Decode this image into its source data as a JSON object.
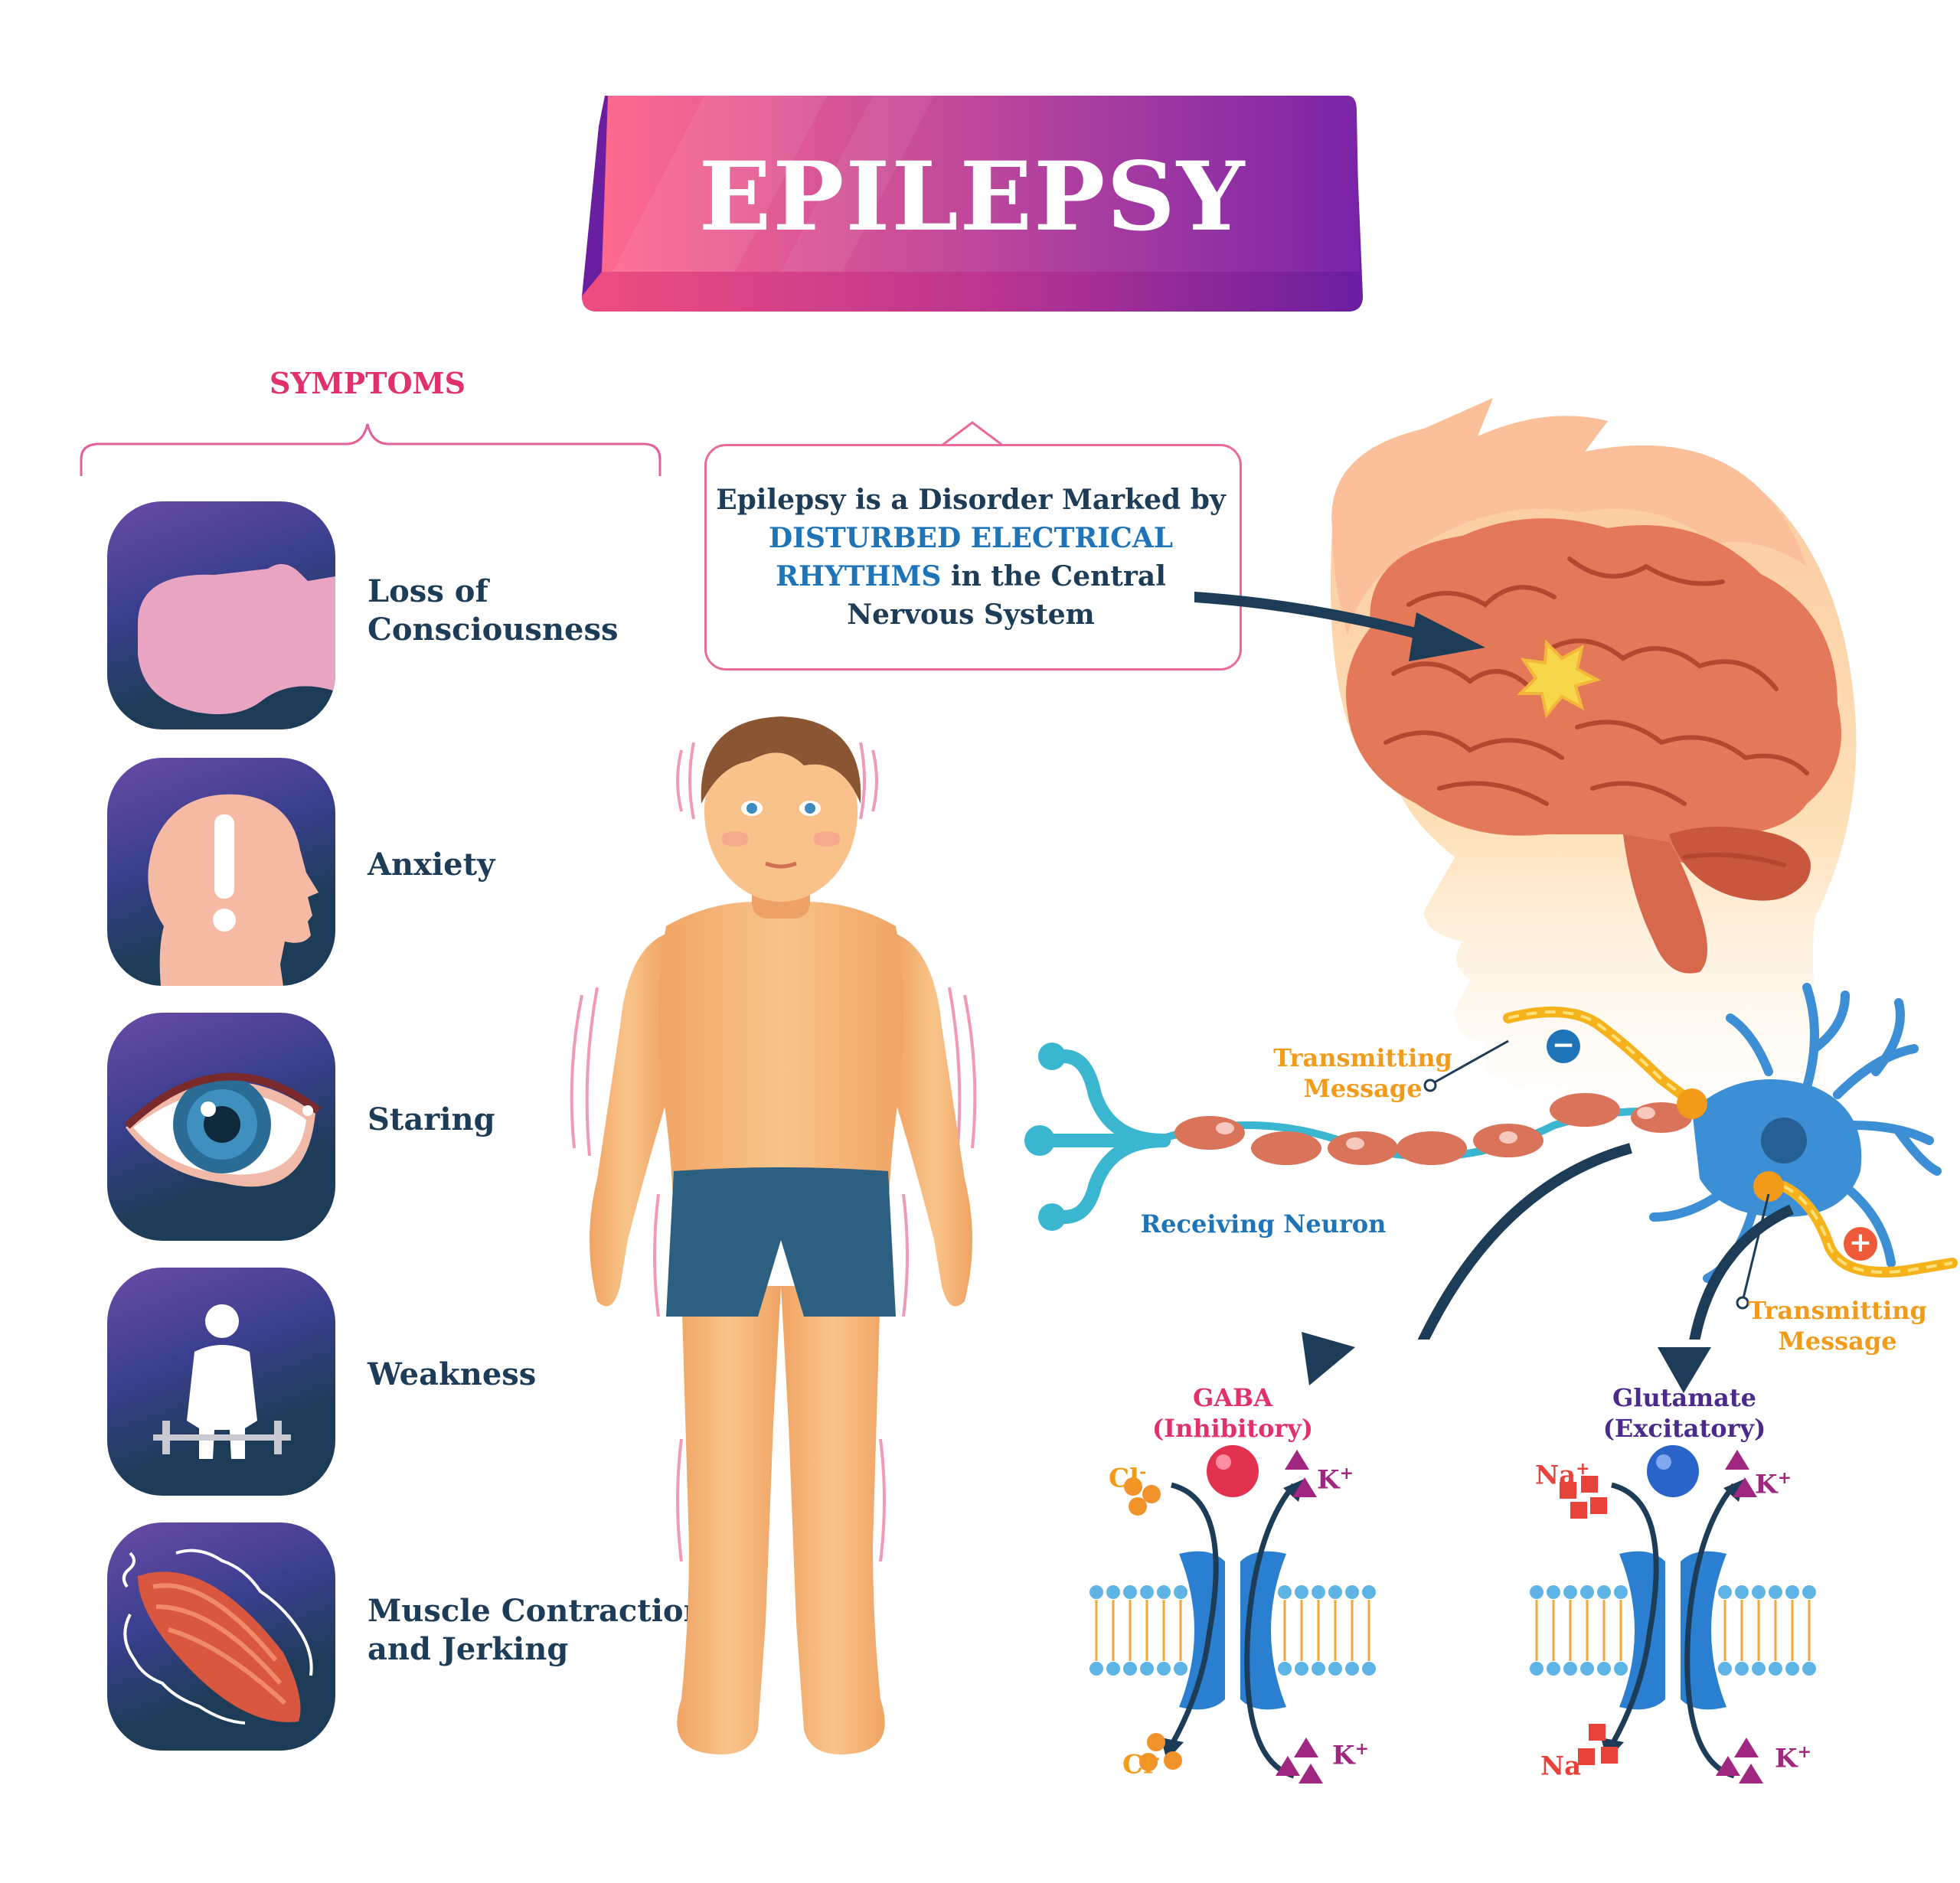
{
  "title": "EPILEPSY",
  "symptoms_header": "SYMPTOMS",
  "symptoms": [
    {
      "line1": "Loss of",
      "line2": "Consciousness",
      "icon": "unconscious-face-icon"
    },
    {
      "line1": "Anxiety",
      "line2": "",
      "icon": "exclamation-head-icon"
    },
    {
      "line1": "Staring",
      "line2": "",
      "icon": "eye-icon"
    },
    {
      "line1": "Weakness",
      "line2": "",
      "icon": "weak-person-barbell-icon"
    },
    {
      "line1": "Muscle Contraction",
      "line2": "and Jerking",
      "icon": "muscle-icon"
    }
  ],
  "callout": {
    "line1": "Epilepsy is a Disorder Marked by",
    "highlight1": "DISTURBED ELECTRICAL",
    "highlight2": "RHYTHMS",
    "line3_rest": " in the Central",
    "line4": "Nervous System"
  },
  "neuron": {
    "receiving": "Receiving Neuron",
    "transmitting_top_1": "Transmitting",
    "transmitting_top_2": "Message",
    "transmitting_bottom_1": "Transmitting",
    "transmitting_bottom_2": "Message",
    "minus_sign": "−",
    "plus_sign": "+"
  },
  "channels": {
    "gaba_1": "GABA",
    "gaba_2": "(Inhibitory)",
    "glutamate_1": "Glutamate",
    "glutamate_2": "(Excitatory)",
    "cl": "Cl",
    "cl_charge": "-",
    "na": "Na",
    "na_charge": "+",
    "k": "K",
    "k_charge": "+"
  },
  "colors": {
    "navy": "#1d3c57",
    "pink_accent": "#e0306e",
    "blue_accent": "#1f74b8",
    "orange": "#f29a1a",
    "purple_label": "#4b2a8c",
    "banner_start": "#f5507e",
    "banner_end": "#6a1ea0",
    "skin": "#f3b27a",
    "brain": "#e4795a"
  }
}
